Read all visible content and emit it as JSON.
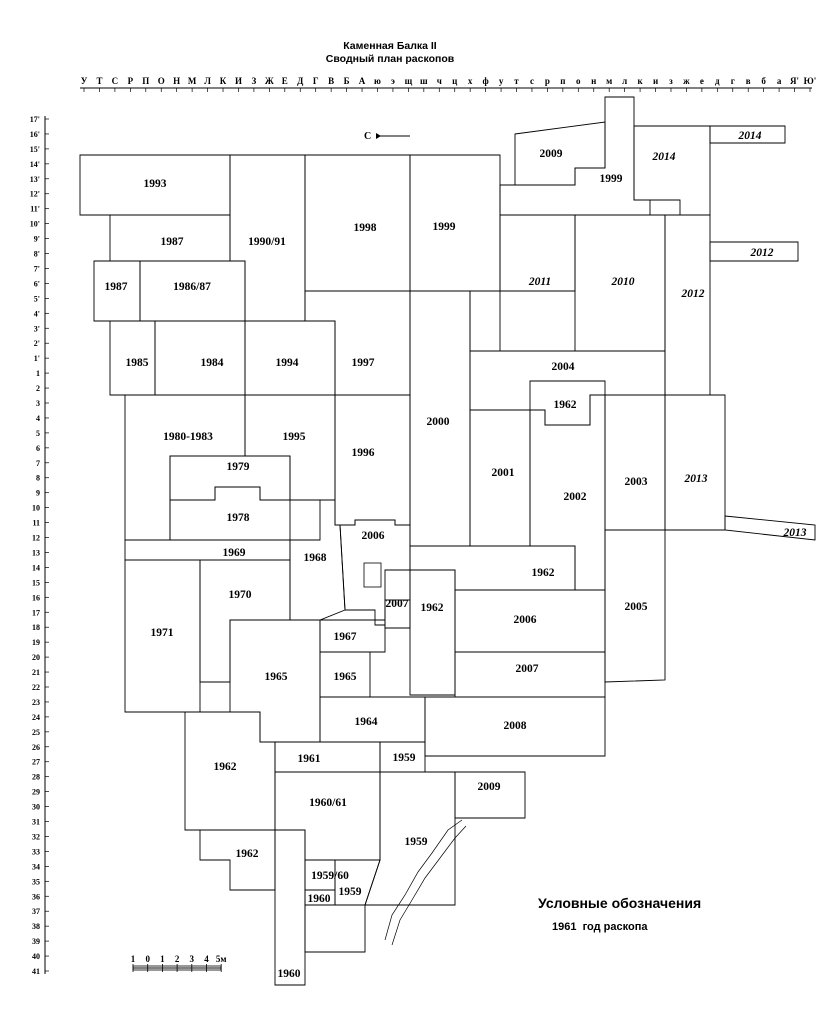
{
  "title_line1": "Каменная Балка II",
  "title_line2": "Сводный план раскопов",
  "top_axis_labels": [
    "У",
    "Т",
    "С",
    "Р",
    "П",
    "О",
    "Н",
    "М",
    "Л",
    "К",
    "И",
    "З",
    "Ж",
    "Е",
    "Д",
    "Г",
    "В",
    "Б",
    "А",
    "ю",
    "э",
    "щ",
    "ш",
    "ч",
    "ц",
    "х",
    "ф",
    "у",
    "т",
    "с",
    "р",
    "п",
    "о",
    "н",
    "м",
    "л",
    "к",
    "и",
    "з",
    "ж",
    "е",
    "д",
    "г",
    "в",
    "б",
    "а",
    "Я'",
    "Ю'"
  ],
  "left_axis_labels": [
    "17'",
    "16'",
    "15'",
    "14'",
    "13'",
    "12'",
    "11'",
    "10'",
    "9'",
    "8'",
    "7'",
    "6'",
    "5'",
    "4'",
    "3'",
    "2'",
    "1'",
    "1",
    "2",
    "3",
    "4",
    "5",
    "6",
    "7",
    "8",
    "9",
    "10",
    "11",
    "12",
    "13",
    "14",
    "15",
    "16",
    "17",
    "18",
    "19",
    "20",
    "21",
    "22",
    "23",
    "24",
    "25",
    "26",
    "27",
    "28",
    "29",
    "30",
    "31",
    "32",
    "33",
    "34",
    "35",
    "36",
    "37",
    "38",
    "39",
    "40",
    "41"
  ],
  "north_label": "С",
  "legend": {
    "title": "Условные обозначения",
    "example_year": "1961",
    "example_text": "год раскопа"
  },
  "scale": {
    "labels": [
      "1",
      "0",
      "1",
      "2",
      "3",
      "4",
      "5м"
    ]
  },
  "excavations": [
    {
      "label": "1993"
    },
    {
      "label": "1987"
    },
    {
      "label": "1987"
    },
    {
      "label": "1986/87"
    },
    {
      "label": "1990/91"
    },
    {
      "label": "1998"
    },
    {
      "label": "1999"
    },
    {
      "label": "2009"
    },
    {
      "label": "1999"
    },
    {
      "label": "2014"
    },
    {
      "label": "2014"
    },
    {
      "label": "2011"
    },
    {
      "label": "2010"
    },
    {
      "label": "2012"
    },
    {
      "label": "2012"
    },
    {
      "label": "1985"
    },
    {
      "label": "1984"
    },
    {
      "label": "1994"
    },
    {
      "label": "1997"
    },
    {
      "label": "2004"
    },
    {
      "label": "1962"
    },
    {
      "label": "1980-1983"
    },
    {
      "label": "1995"
    },
    {
      "label": "1996"
    },
    {
      "label": "2000"
    },
    {
      "label": "2001"
    },
    {
      "label": "2002"
    },
    {
      "label": "2003"
    },
    {
      "label": "2013"
    },
    {
      "label": "2013"
    },
    {
      "label": "1979"
    },
    {
      "label": "1978"
    },
    {
      "label": "2006"
    },
    {
      "label": "1969"
    },
    {
      "label": "1968"
    },
    {
      "label": "1962"
    },
    {
      "label": "1970"
    },
    {
      "label": "2007"
    },
    {
      "label": "1962"
    },
    {
      "label": "2006"
    },
    {
      "label": "2005"
    },
    {
      "label": "1971"
    },
    {
      "label": "1967"
    },
    {
      "label": "1965"
    },
    {
      "label": "1965"
    },
    {
      "label": "2007"
    },
    {
      "label": "1964"
    },
    {
      "label": "2008"
    },
    {
      "label": "1962"
    },
    {
      "label": "1961"
    },
    {
      "label": "1959"
    },
    {
      "label": "2009"
    },
    {
      "label": "1960/61"
    },
    {
      "label": "1959"
    },
    {
      "label": "1962"
    },
    {
      "label": "1959/60"
    },
    {
      "label": "1959"
    },
    {
      "label": "1960"
    },
    {
      "label": "1960"
    }
  ]
}
